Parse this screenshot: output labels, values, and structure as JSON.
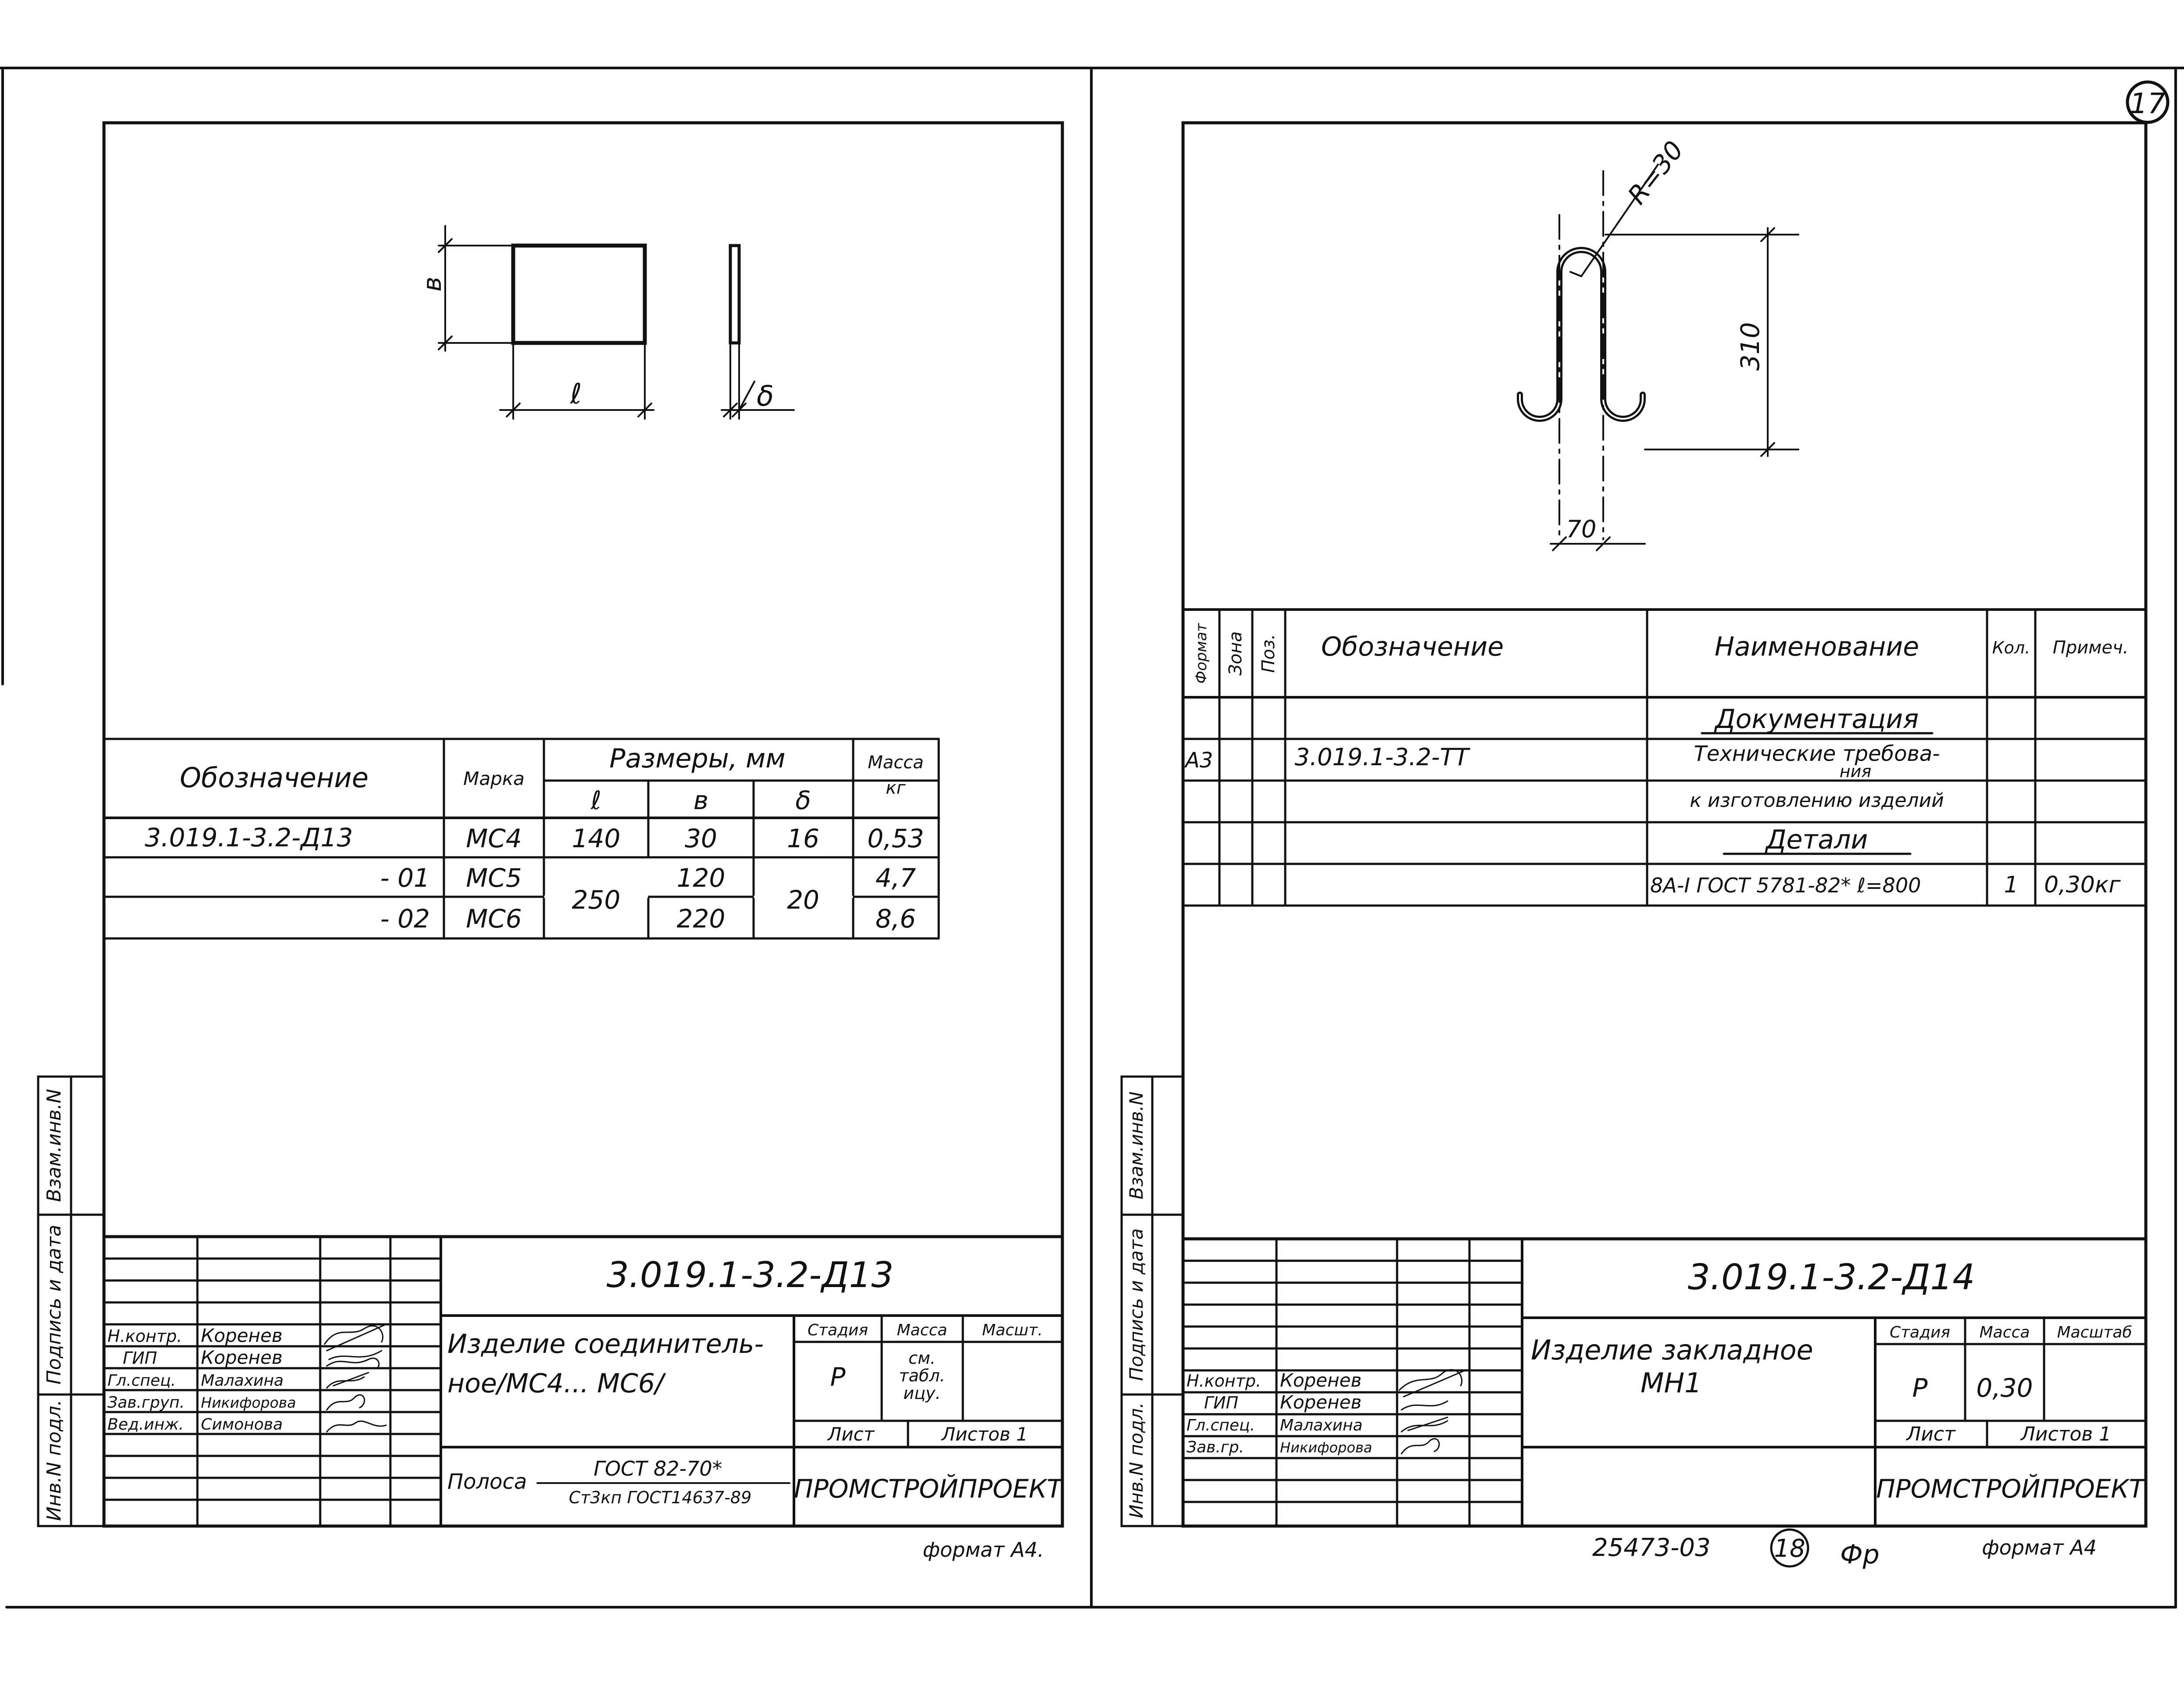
{
  "page_number": "17",
  "left_sheet": {
    "drawing": {
      "dim_l": "ℓ",
      "dim_b": "в",
      "dim_delta": "δ"
    },
    "table": {
      "col_designation": "Обозначение",
      "col_mark": "Марка",
      "col_sizes": "Размеры, мм",
      "col_mass": "Масса",
      "col_mass_unit": "кг",
      "sub_l": "ℓ",
      "sub_b": "в",
      "sub_delta": "δ",
      "rows": [
        {
          "designation": "3.019.1-3.2-Д13",
          "mark": "МС4",
          "l": "140",
          "b": "30",
          "delta": "16",
          "mass": "0,53"
        },
        {
          "designation": "- 01",
          "mark": "МС5",
          "l": "250",
          "b": "120",
          "delta": "20",
          "mass": "4,7"
        },
        {
          "designation": "- 02",
          "mark": "МС6",
          "l": "",
          "b": "220",
          "delta": "",
          "mass": "8,6"
        }
      ]
    },
    "side_stamp": [
      "Инв.N подл.",
      "Подпись и дата",
      "Взам.инв.N"
    ],
    "stamp": {
      "doc_code": "3.019.1-3.2-Д13",
      "roles": [
        "Н.контр.",
        "ГИП",
        "Гл.спец.",
        "Зав.груп.",
        "Вед.инж."
      ],
      "names": [
        "Коренев",
        "Коренев",
        "Малахина",
        "Никифорова",
        "Симонова"
      ],
      "title_line1": "Изделие соединитель-",
      "title_line2": "ное/МС4... МС6/",
      "stage_label": "Стадия",
      "mass_label": "Масса",
      "scale_label": "Масшт.",
      "stage_value": "Р",
      "mass_value_line1": "см.",
      "mass_value_line2": "табл.",
      "mass_value_line3": "ицу.",
      "sheet_label": "Лист",
      "sheets_label": "Листов 1",
      "material_prefix": "Полоса",
      "material_top": "ГОСТ 82-70*",
      "material_bottom": "Ст3кп ГОСТ14637-89",
      "org": "ПРОМСТРОЙПРОЕКТ"
    },
    "format": "формат А4."
  },
  "right_sheet": {
    "drawing": {
      "radius": "R=30",
      "height": "310",
      "width": "70"
    },
    "spec": {
      "col_format": "Формат",
      "col_zone": "Зона",
      "col_pos": "Поз.",
      "col_designation": "Обозначение",
      "col_name": "Наименование",
      "col_qty": "Кол.",
      "col_note": "Примеч.",
      "section_docs": "Документация",
      "doc_format": "А3",
      "doc_designation": "3.019.1-3.2-ТТ",
      "doc_name_line1": "Технические требова-",
      "doc_name_line2": "ния",
      "doc_name_line3": "к изготовлению изделий",
      "section_parts": "Детали",
      "part_name": "8А-I ГОСТ 5781-82* ℓ=800",
      "part_qty": "1",
      "part_note": "0,30кг"
    },
    "side_stamp": [
      "Инв.N подл.",
      "Подпись и дата",
      "Взам.инв.N"
    ],
    "stamp": {
      "doc_code": "3.019.1-3.2-Д14",
      "roles": [
        "Н.контр.",
        "ГИП",
        "Гл.спец.",
        "Зав.гр."
      ],
      "names": [
        "Коренев",
        "Коренев",
        "Малахина",
        "Никифорова"
      ],
      "title_line1": "Изделие закладное",
      "title_line2": "МН1",
      "stage_label": "Стадия",
      "mass_label": "Масса",
      "scale_label": "Масштаб",
      "stage_value": "Р",
      "mass_value": "0,30",
      "sheet_label": "Лист",
      "sheets_label": "Листов 1",
      "org": "ПРОМСТРОЙПРОЕКТ"
    },
    "archive_no": "25473-03",
    "circled_no": "18",
    "initials": "Фр",
    "format": "формат А4"
  }
}
